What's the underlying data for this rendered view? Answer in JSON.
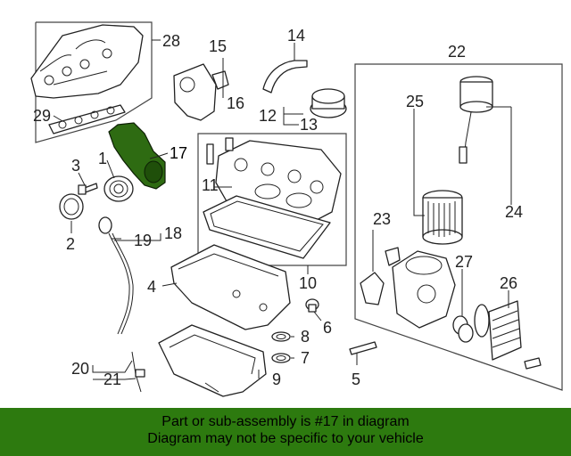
{
  "diagram": {
    "highlighted_part": "17",
    "callouts": {
      "c1": "1",
      "c2": "2",
      "c3": "3",
      "c4": "4",
      "c5": "5",
      "c6": "6",
      "c7": "7",
      "c8": "8",
      "c9": "9",
      "c10": "10",
      "c11": "11",
      "c12": "12",
      "c13": "13",
      "c14": "14",
      "c15": "15",
      "c16": "16",
      "c17": "17",
      "c18": "18",
      "c19": "19",
      "c20": "20",
      "c21": "21",
      "c22": "22",
      "c23": "23",
      "c24": "24",
      "c25": "25",
      "c26": "26",
      "c27": "27",
      "c28": "28",
      "c29": "29"
    },
    "highlight_color": "#2e6b12"
  },
  "banner": {
    "line1": "Part or sub-assembly is #17 in diagram",
    "line2": "Diagram may not be specific to your vehicle",
    "background": "#2d7a0f"
  }
}
